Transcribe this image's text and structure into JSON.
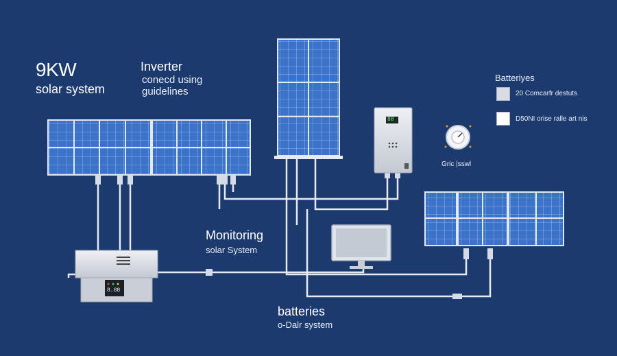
{
  "title": {
    "main": "9KW",
    "sub": "solar system"
  },
  "inverter_label": {
    "title": "Inverter",
    "line1": "conecd using",
    "line2": "guidelines"
  },
  "monitoring_label": {
    "title": "Monitoring",
    "sub": "solar System"
  },
  "batteries_label": {
    "title": "batteries",
    "sub": "o-Dalr system"
  },
  "legend": {
    "title": "Batteriyes",
    "items": [
      {
        "label": "20 Comcarfr destuts",
        "color": "#d9dde3"
      },
      {
        "label": "D50NI orise ralle art nis",
        "color": "#ffffff"
      }
    ]
  },
  "meter_label": "Gric |sswl",
  "inverter_display": "88",
  "battery_display": "8.88",
  "colors": {
    "background": "#1c3a6e",
    "panel_cell": "#3b73c9",
    "panel_grid": "#c9dcf5",
    "wire": "#e6ebf3",
    "device": "#dfe3ea"
  }
}
